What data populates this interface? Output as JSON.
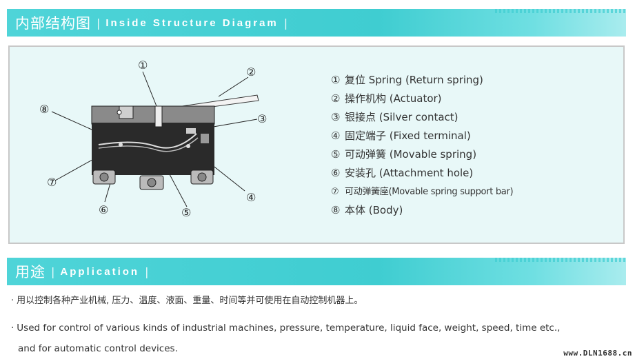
{
  "section1": {
    "title_zh": "内部结构图",
    "separator": "|",
    "title_en": "Inside Structure Diagram"
  },
  "diagram": {
    "callouts": [
      "①",
      "②",
      "③",
      "④",
      "⑤",
      "⑥",
      "⑦",
      "⑧"
    ]
  },
  "legend": [
    {
      "num": "①",
      "text": "复位 Spring (Return spring)"
    },
    {
      "num": "②",
      "text": "操作机构 (Actuator)"
    },
    {
      "num": "③",
      "text": "银接点 (Silver contact)"
    },
    {
      "num": "④",
      "text": "固定端子 (Fixed terminal)"
    },
    {
      "num": "⑤",
      "text": "可动弹簧 (Movable spring)"
    },
    {
      "num": "⑥",
      "text": "安装孔 (Attachment hole)"
    },
    {
      "num": "⑦",
      "text": "可动弹簧座(Movable spring support bar)"
    },
    {
      "num": "⑧",
      "text": "本体 (Body)"
    }
  ],
  "section2": {
    "title_zh": "用途",
    "separator": "|",
    "title_en": "Application"
  },
  "application": {
    "bullet": "·",
    "zh": "用以控制各种产业机械, 压力、温度、液面、重量、时间等并可使用在自动控制机器上。",
    "en_line1": "Used for control of various kinds of industrial machines, pressure, temperature, liquid face, weight, speed, time etc.,",
    "en_line2": "and for automatic control devices."
  },
  "watermark": "www.DLN1688.cn",
  "colors": {
    "banner": "#3fcdd1",
    "diagram_bg": "#e8f8f8",
    "switch_body": "#2a2a2a"
  }
}
